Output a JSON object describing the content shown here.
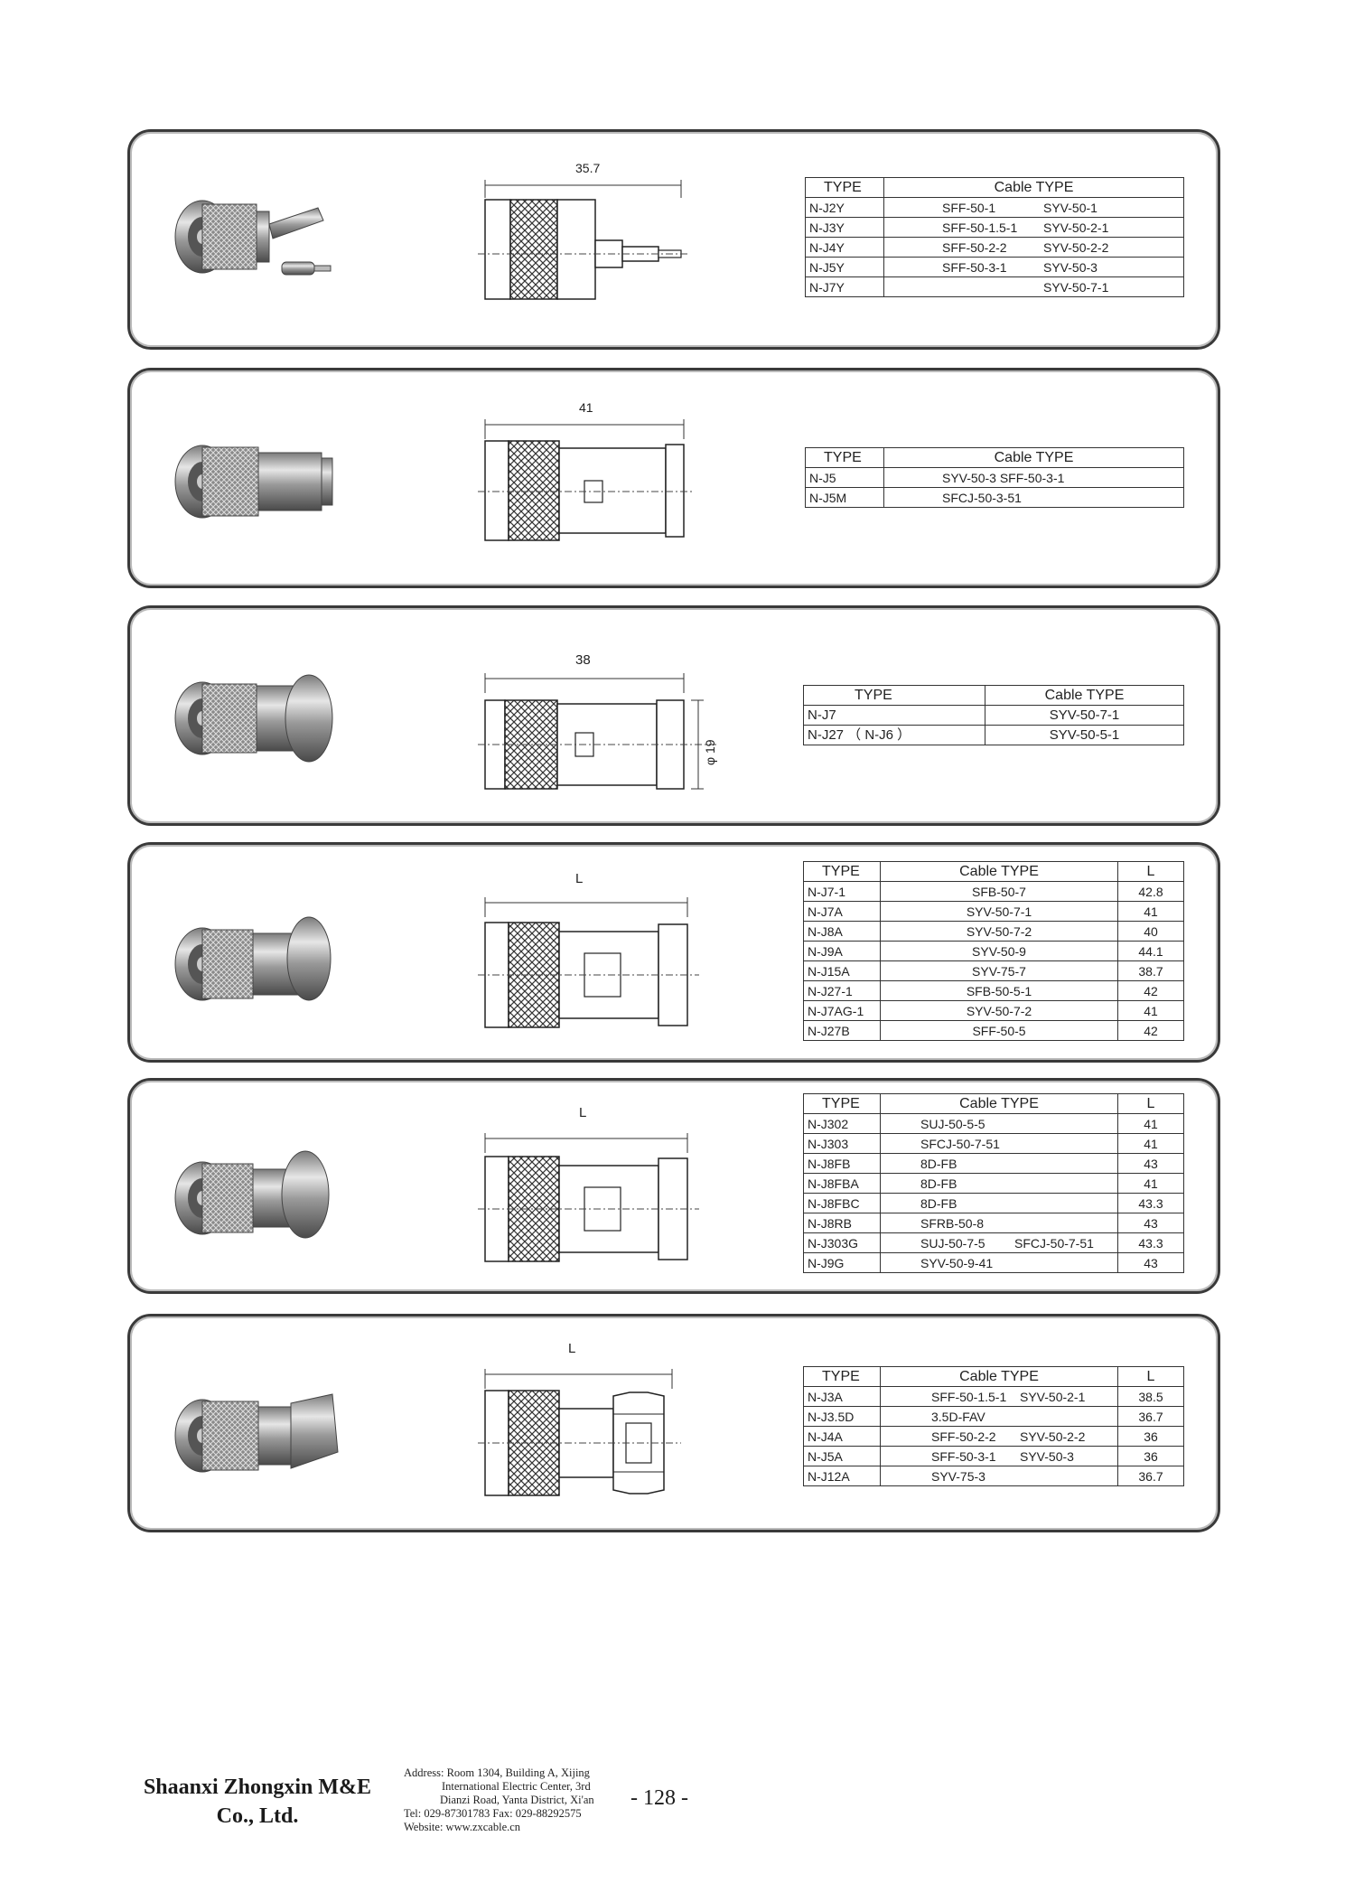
{
  "panels": [
    {
      "dimension": "35.7",
      "header": {
        "type": "TYPE",
        "cable": "Cable TYPE"
      },
      "rows": [
        {
          "type": "N-J2Y",
          "cable_a": "SFF-50-1",
          "cable_b": "SYV-50-1"
        },
        {
          "type": "N-J3Y",
          "cable_a": "SFF-50-1.5-1",
          "cable_b": "SYV-50-2-1"
        },
        {
          "type": "N-J4Y",
          "cable_a": "SFF-50-2-2",
          "cable_b": "SYV-50-2-2"
        },
        {
          "type": "N-J5Y",
          "cable_a": "SFF-50-3-1",
          "cable_b": "SYV-50-3"
        },
        {
          "type": "N-J7Y",
          "cable_a": "",
          "cable_b": "SYV-50-7-1"
        }
      ]
    },
    {
      "dimension": "41",
      "header": {
        "type": "TYPE",
        "cable": "Cable TYPE"
      },
      "rows": [
        {
          "type": "N-J5",
          "cable": "SYV-50-3   SFF-50-3-1"
        },
        {
          "type": "N-J5M",
          "cable": "SFCJ-50-3-51"
        }
      ]
    },
    {
      "dimension": "38",
      "diameter": "φ 19",
      "header": {
        "type": "TYPE",
        "cable": "Cable TYPE"
      },
      "rows": [
        {
          "type": "N-J7",
          "cable": "SYV-50-7-1"
        },
        {
          "type": "N-J27 （ N-J6 ）",
          "cable": "SYV-50-5-1"
        }
      ]
    },
    {
      "dimension": "L",
      "header": {
        "type": "TYPE",
        "cable": "Cable TYPE",
        "l": "L"
      },
      "rows": [
        {
          "type": "N-J7-1",
          "cable": "SFB-50-7",
          "l": "42.8"
        },
        {
          "type": "N-J7A",
          "cable": "SYV-50-7-1",
          "l": "41"
        },
        {
          "type": "N-J8A",
          "cable": "SYV-50-7-2",
          "l": "40"
        },
        {
          "type": "N-J9A",
          "cable": "SYV-50-9",
          "l": "44.1"
        },
        {
          "type": "N-J15A",
          "cable": "SYV-75-7",
          "l": "38.7"
        },
        {
          "type": "N-J27-1",
          "cable": "SFB-50-5-1",
          "l": "42"
        },
        {
          "type": "N-J7AG-1",
          "cable": "SYV-50-7-2",
          "l": "41"
        },
        {
          "type": "N-J27B",
          "cable": "SFF-50-5",
          "l": "42"
        }
      ]
    },
    {
      "dimension": "L",
      "header": {
        "type": "TYPE",
        "cable": "Cable TYPE",
        "l": "L"
      },
      "rows": [
        {
          "type": "N-J302",
          "cable_a": "SUJ-50-5-5",
          "cable_b": "",
          "l": "41"
        },
        {
          "type": "N-J303",
          "cable_a": "SFCJ-50-7-51",
          "cable_b": "",
          "l": "41"
        },
        {
          "type": "N-J8FB",
          "cable_a": "8D-FB",
          "cable_b": "",
          "l": "43"
        },
        {
          "type": "N-J8FBA",
          "cable_a": "8D-FB",
          "cable_b": "",
          "l": "41"
        },
        {
          "type": "N-J8FBC",
          "cable_a": "8D-FB",
          "cable_b": "",
          "l": "43.3"
        },
        {
          "type": "N-J8RB",
          "cable_a": "SFRB-50-8",
          "cable_b": "",
          "l": "43"
        },
        {
          "type": "N-J303G",
          "cable_a": "SUJ-50-7-5",
          "cable_b": "SFCJ-50-7-51",
          "l": "43.3"
        },
        {
          "type": "N-J9G",
          "cable_a": "SYV-50-9-41",
          "cable_b": "",
          "l": "43"
        }
      ]
    },
    {
      "dimension": "L",
      "header": {
        "type": "TYPE",
        "cable": "Cable TYPE",
        "l": "L"
      },
      "rows": [
        {
          "type": "N-J3A",
          "cable_a": "SFF-50-1.5-1",
          "cable_b": "SYV-50-2-1",
          "l": "38.5"
        },
        {
          "type": "N-J3.5D",
          "cable_a": "3.5D-FAV",
          "cable_b": "",
          "l": "36.7"
        },
        {
          "type": "N-J4A",
          "cable_a": "SFF-50-2-2",
          "cable_b": "SYV-50-2-2",
          "l": "36"
        },
        {
          "type": "N-J5A",
          "cable_a": "SFF-50-3-1",
          "cable_b": "SYV-50-3",
          "l": "36"
        },
        {
          "type": "N-J12A",
          "cable_a": "SYV-75-3",
          "cable_b": "",
          "l": "36.7"
        }
      ]
    }
  ],
  "footer": {
    "company_line1": "Shaanxi Zhongxin M&E",
    "company_line2": "Co., Ltd.",
    "address_line1": "Address: Room 1304, Building A, Xijing",
    "address_line2": "International Electric Center, 3rd",
    "address_line3": "Dianzi Road, Yanta District, Xi'an",
    "phone_line": "Tel: 029-87301783    Fax: 029-88292575",
    "website_line": "Website: www.zxcable.cn",
    "page_number": "- 128 -"
  }
}
